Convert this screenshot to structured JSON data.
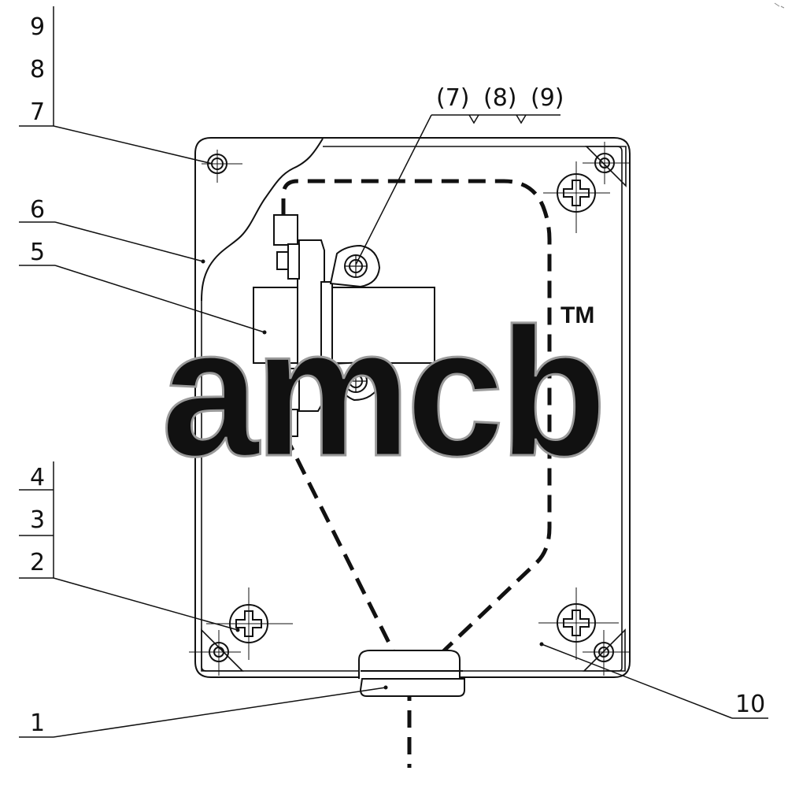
{
  "callouts": {
    "c1": "1",
    "c2": "2",
    "c3": "3",
    "c4": "4",
    "c5": "5",
    "c6": "6",
    "c7": "7",
    "c8": "8",
    "c9": "9",
    "c10": "10",
    "c7b": "(7)",
    "c8b": "(8)",
    "c9b": "(9)"
  },
  "watermark": {
    "text": "amcb",
    "tm": "TM"
  },
  "colors": {
    "line": "#111111",
    "watermark_outline": "#9a9a9a"
  }
}
